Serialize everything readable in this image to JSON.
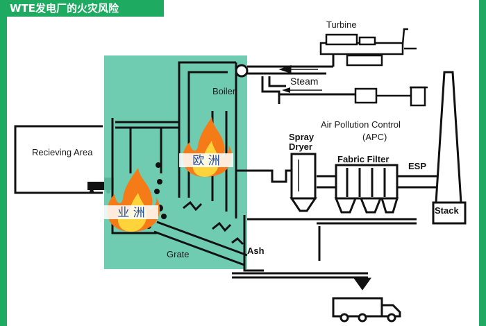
{
  "title": "WTE发电厂的火灾风险",
  "colors": {
    "accent_green": "#1faa62",
    "highlight_teal": "#5fc6a8",
    "fire_outer": "#f47b18",
    "fire_inner": "#ffd43b",
    "label_box_fill": "#ffffff",
    "label_text": "#1a4fa0"
  },
  "labels": {
    "turbine": "Turbine",
    "steam": "Steam",
    "boiler": "Boiler",
    "apc_line1": "Air Pollution Control",
    "apc_line2": "(APC)",
    "spray_line1": "Spray",
    "spray_line2": "Dryer",
    "fabric_filter": "Fabric Filter",
    "esp": "ESP",
    "stack": "Stack",
    "receiving_area": "Recieving Area",
    "grate": "Grate",
    "ash": "Ash"
  },
  "regions": {
    "europe": "欧 洲",
    "asia": "业 洲"
  },
  "icons": {
    "fire": "fire-icon",
    "truck": "truck-icon",
    "arrow": "arrow-left-icon"
  }
}
